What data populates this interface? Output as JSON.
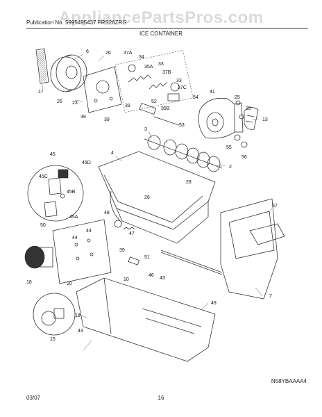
{
  "watermark": "AppliancePartsPros.com",
  "header": {
    "publication": "Publication No. 5995495437",
    "model": "FRS26ZRG",
    "title": "ICE CONTAINER"
  },
  "reference_code": "N58YBAAAA4",
  "footer": {
    "date": "03/07",
    "page": "16"
  },
  "part_labels": [
    "6",
    "26",
    "17",
    "26",
    "23",
    "39",
    "39",
    "39",
    "37A",
    "34",
    "35A",
    "33",
    "37B",
    "33",
    "37C",
    "54",
    "52",
    "35B",
    "53",
    "41",
    "25",
    "25",
    "13",
    "55",
    "56",
    "3",
    "4",
    "2",
    "28",
    "57",
    "26",
    "45",
    "45D",
    "45C",
    "45B",
    "50",
    "45A",
    "48",
    "39",
    "47",
    "51",
    "46",
    "7",
    "10",
    "44",
    "44",
    "20",
    "18",
    "43",
    "49",
    "18",
    "43",
    "15"
  ]
}
